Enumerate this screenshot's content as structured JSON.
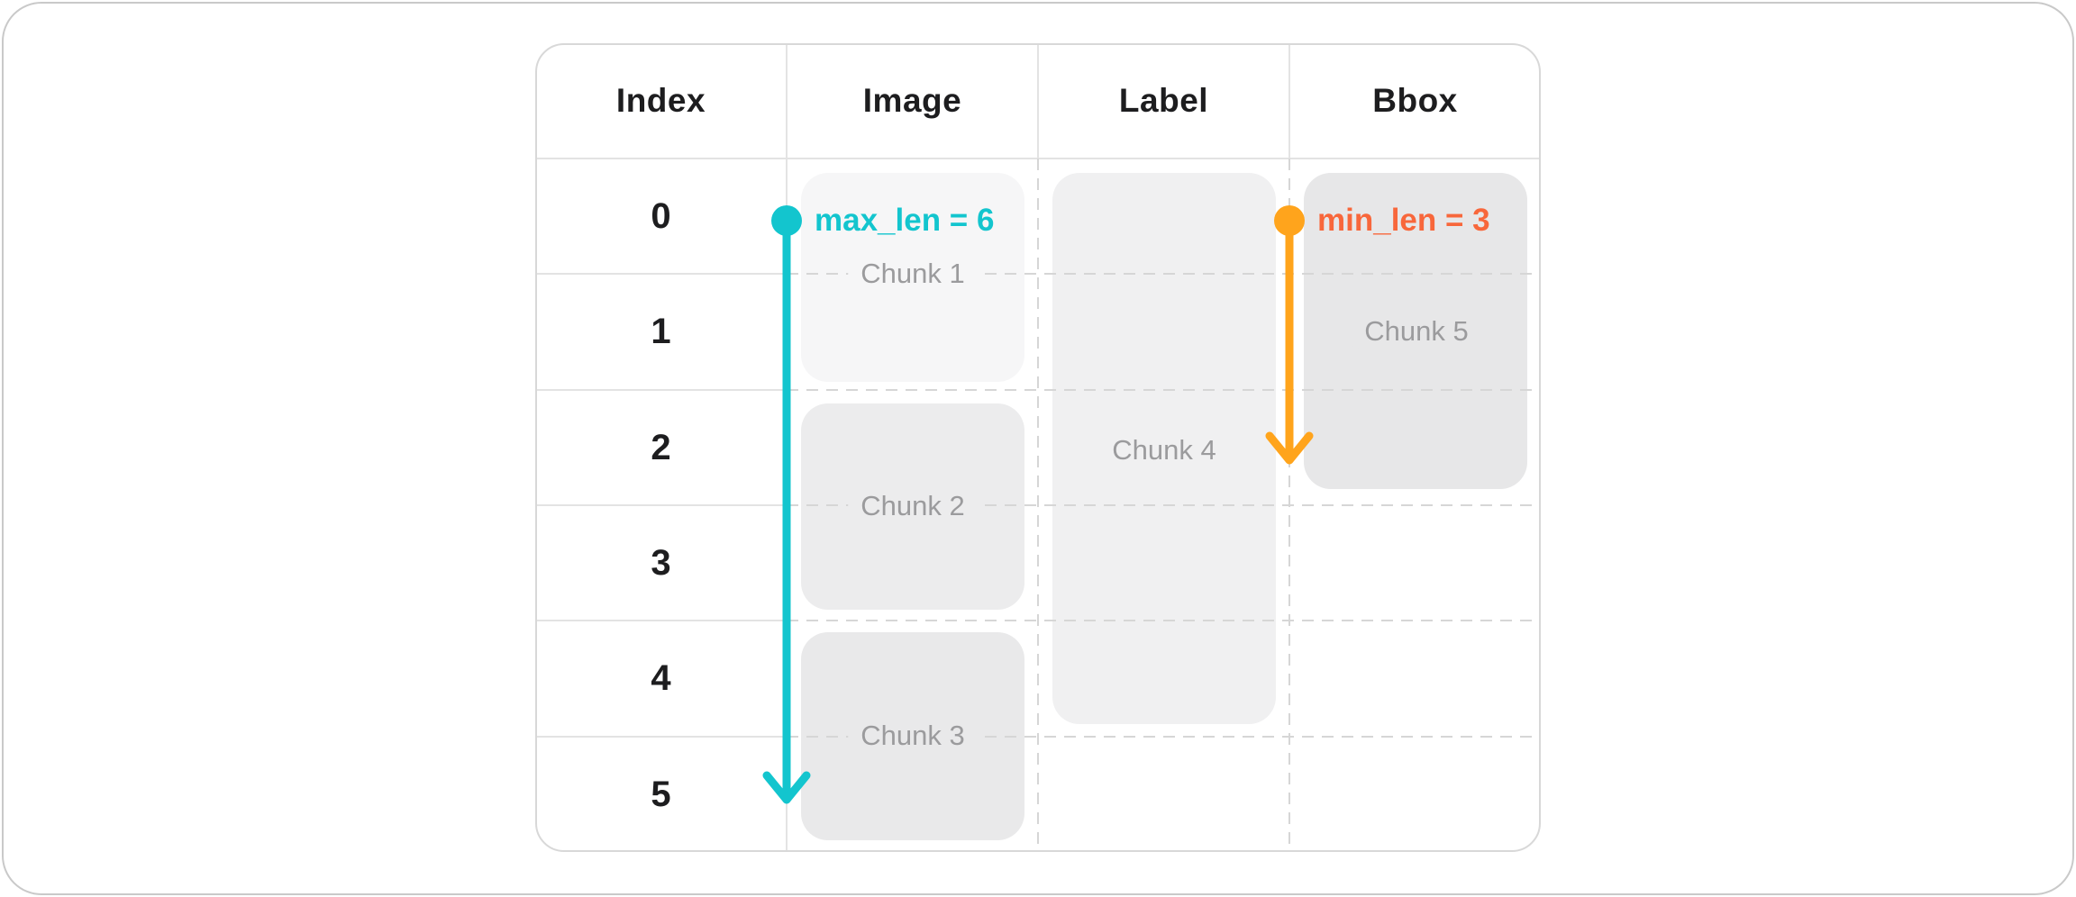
{
  "table": {
    "headers": [
      "Index",
      "Image",
      "Label",
      "Bbox"
    ],
    "index_values": [
      "0",
      "1",
      "2",
      "3",
      "4",
      "5"
    ],
    "chunks": [
      {
        "label": "Chunk 1",
        "column": "Image",
        "row_span": "rows 0-1"
      },
      {
        "label": "Chunk 2",
        "column": "Image",
        "row_span": "rows 2-3"
      },
      {
        "label": "Chunk 3",
        "column": "Image",
        "row_span": "rows 4-5"
      },
      {
        "label": "Chunk 4",
        "column": "Label",
        "row_span": "rows 0-4"
      },
      {
        "label": "Chunk 5",
        "column": "Bbox",
        "row_span": "rows 0-2"
      }
    ],
    "annotations": {
      "max_len": {
        "label": "max_len = 6",
        "value": 6,
        "rows_spanned": 6
      },
      "min_len": {
        "label": "min_len = 3",
        "value": 3,
        "rows_spanned": 3
      }
    }
  },
  "colors": {
    "teal": "#13C5CE",
    "orange": "#FFA41C",
    "coral_text": "#F8673B",
    "header_text": "#1D1D1F",
    "chunk_text": "#9B9B9D",
    "grid_solid": "#E3E3E3",
    "grid_dashed": "#D6D6D6",
    "table_border": "#D8D8D8",
    "card_border": "#C9C9C9",
    "chunk_fills": [
      "#F6F6F7",
      "#ECECED",
      "#E9E9EA",
      "#F0F0F1",
      "#E7E7E8"
    ]
  }
}
